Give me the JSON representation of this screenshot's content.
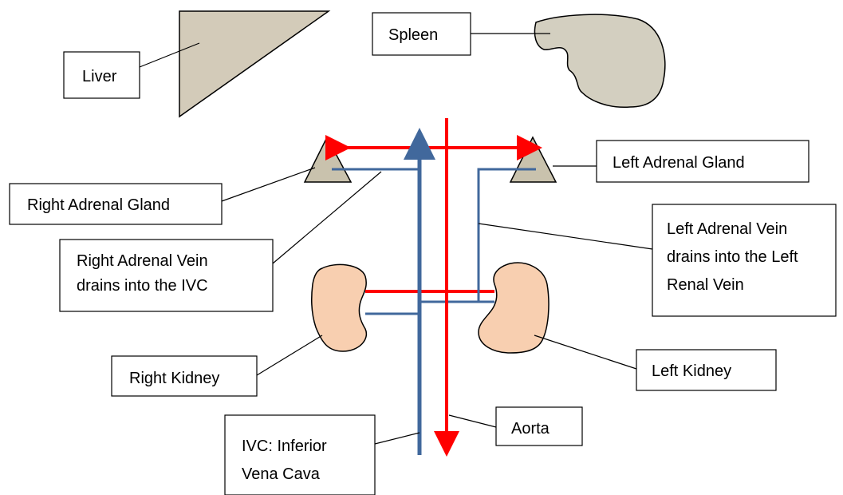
{
  "colors": {
    "vein": "#41689c",
    "artery": "#ff0000",
    "gland": "#c9c2ad",
    "kidney": "#f8cfb0",
    "liver": "#d3cbb9",
    "spleen": "#d3cfc0"
  },
  "labels": {
    "liver": [
      "Liver"
    ],
    "spleen": [
      "Spleen"
    ],
    "right_adrenal_gland": [
      "Right Adrenal Gland"
    ],
    "left_adrenal_gland": [
      "Left Adrenal Gland"
    ],
    "right_adrenal_vein": [
      "Right Adrenal Vein",
      "drains into the IVC"
    ],
    "left_adrenal_vein": [
      "Left Adrenal Vein",
      "drains into the Left",
      "Renal Vein"
    ],
    "right_kidney": [
      "Right Kidney"
    ],
    "left_kidney": [
      "Left Kidney"
    ],
    "aorta": [
      "Aorta"
    ],
    "ivc": [
      "IVC: Inferior",
      "Vena Cava"
    ]
  }
}
